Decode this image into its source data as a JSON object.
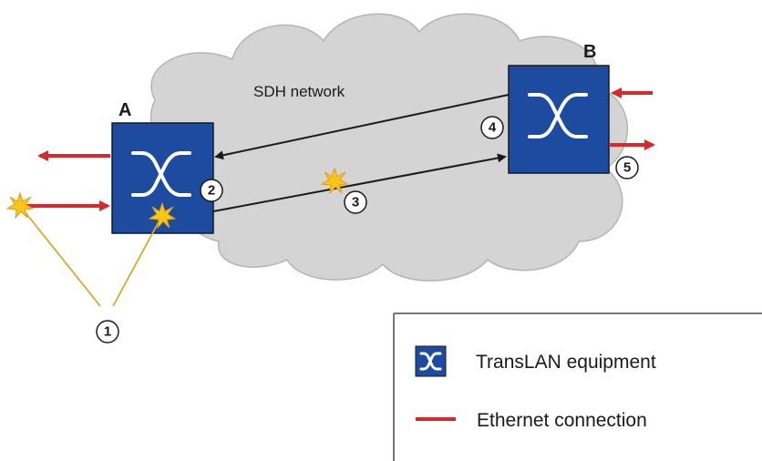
{
  "cloud": {
    "label": "SDH network"
  },
  "nodes": {
    "a_label": "A",
    "b_label": "B"
  },
  "markers": [
    "1",
    "2",
    "3",
    "4",
    "5"
  ],
  "legend": {
    "equipment_label": "TransLAN equipment",
    "ethernet_label": "Ethernet connection"
  },
  "colors": {
    "node_fill": "#1d4ba0",
    "ethernet": "#d8282c",
    "cloud_fill": "#d4d4d4",
    "cloud_stroke": "#b4b4b4",
    "burst": "#f7c617",
    "burst_line": "#d4aa2a"
  },
  "icons": {
    "equipment": "crossconnect-icon",
    "fault": "fault-burst-icon"
  }
}
